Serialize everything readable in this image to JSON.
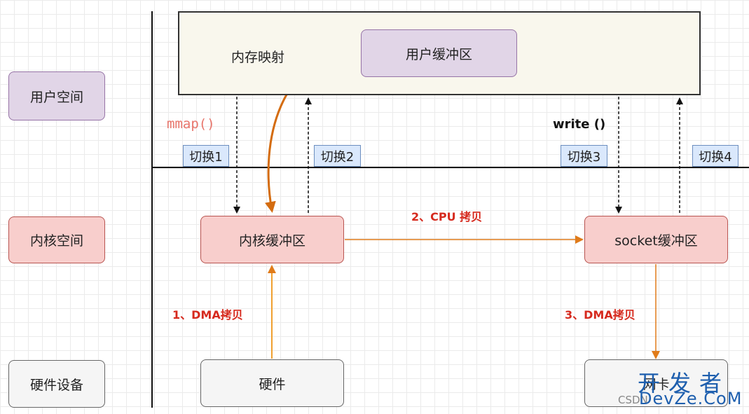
{
  "labels": {
    "user_space": "用户空间",
    "kernel_space": "内核空间",
    "hardware_device": "硬件设备"
  },
  "user_area": {
    "mmap_label": "内存映射",
    "user_buffer": "用户缓冲区"
  },
  "calls": {
    "mmap": "mmap()",
    "write": "write  ()"
  },
  "switches": [
    "切换1",
    "切换2",
    "切换3",
    "切换4"
  ],
  "kernel": {
    "kernel_buffer": "内核缓冲区",
    "socket_buffer": "socket缓冲区"
  },
  "hardware": {
    "hw": "硬件",
    "nic": "网卡"
  },
  "copies": {
    "dma1": "1、DMA拷贝",
    "cpu": "2、CPU 拷贝",
    "dma3": "3、DMA拷贝"
  },
  "watermark": {
    "cn": "开发者",
    "en": "DevZe.CoM",
    "csdn": "CSDN"
  },
  "colors": {
    "user": "#e1d5e7",
    "kernel": "#f8cecc",
    "hardware": "#f5f5f5",
    "switch": "#dae8fc",
    "arrow": "#e07b1a",
    "copy_text": "#d62a1e"
  }
}
